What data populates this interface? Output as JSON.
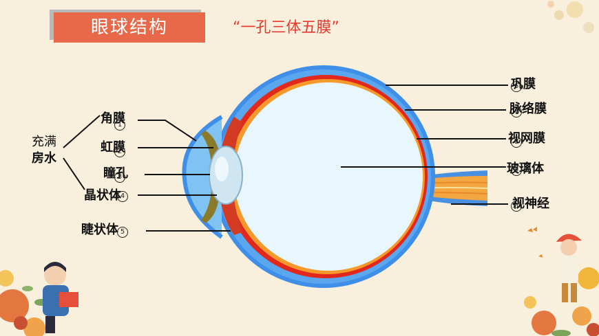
{
  "title": "眼球结构",
  "subtitle": "“一孔三体五膜”",
  "left_group": {
    "line1": "充满",
    "line2": "房水"
  },
  "labels": {
    "cornea": "角膜",
    "iris": "虹膜",
    "pupil": "瞳孔",
    "lens": "晶状体",
    "ciliary": "睫状体",
    "sclera": "巩膜",
    "choroid": "脉络膜",
    "retina": "视网膜",
    "vitreous": "玻璃体",
    "optic_nerve": "视神经"
  },
  "numbers": {
    "cornea": "1",
    "iris": "2",
    "pupil": "3",
    "lens": "4",
    "ciliary": "5",
    "sclera": "6",
    "choroid": "7",
    "retina": "8",
    "vitreous": "9",
    "optic_nerve": "10"
  },
  "colors": {
    "title_bg": "#e8684a",
    "subtitle": "#e53a2f",
    "sclera": "#3f8ee8",
    "choroid": "#e2281d",
    "retina": "#f59a2a",
    "vitreous": "#e8f6fd",
    "optic_nerve": "#f4a640"
  }
}
